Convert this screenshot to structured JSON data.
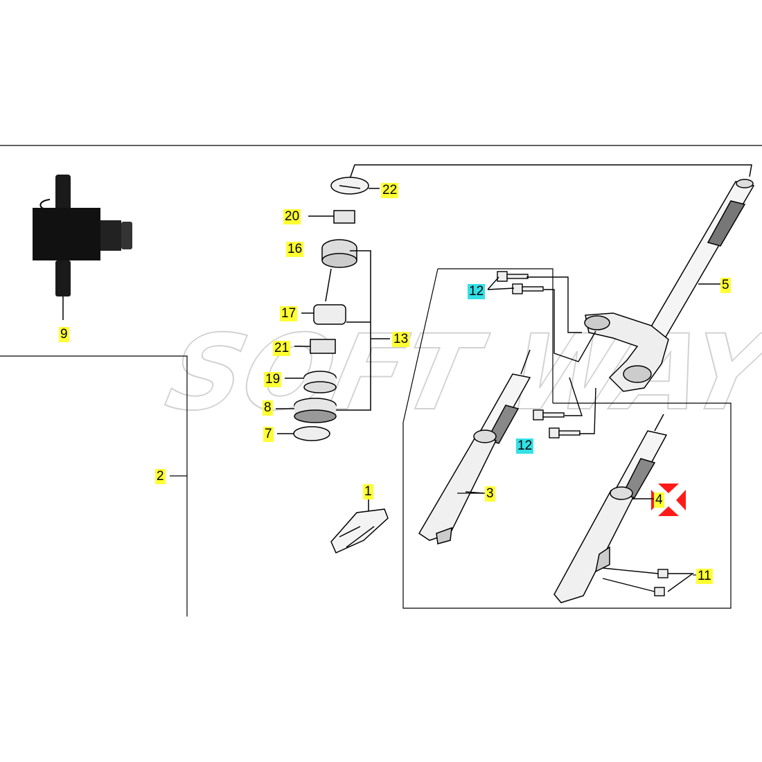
{
  "diagram": {
    "watermark": "SOFT WAY",
    "highlight_colors": {
      "yellow": "#ffff33",
      "cyan": "#33e0e6",
      "marker": "#ff1a1a"
    },
    "callouts": [
      {
        "id": "c22",
        "text": "22",
        "highlight": "yellow"
      },
      {
        "id": "c20",
        "text": "20",
        "highlight": "yellow"
      },
      {
        "id": "c16",
        "text": "16",
        "highlight": "yellow"
      },
      {
        "id": "c17",
        "text": "17",
        "highlight": "yellow"
      },
      {
        "id": "c13",
        "text": "13",
        "highlight": "yellow"
      },
      {
        "id": "c21",
        "text": "21",
        "highlight": "yellow"
      },
      {
        "id": "c19",
        "text": "19",
        "highlight": "yellow"
      },
      {
        "id": "c8",
        "text": "8",
        "highlight": "yellow"
      },
      {
        "id": "c7",
        "text": "7",
        "highlight": "yellow"
      },
      {
        "id": "c1",
        "text": "1",
        "highlight": "yellow"
      },
      {
        "id": "c2",
        "text": "2",
        "highlight": "yellow"
      },
      {
        "id": "c9",
        "text": "9",
        "highlight": "yellow"
      },
      {
        "id": "c12a",
        "text": "12",
        "highlight": "cyan"
      },
      {
        "id": "c12b",
        "text": "12",
        "highlight": "cyan"
      },
      {
        "id": "c5",
        "text": "5",
        "highlight": "yellow"
      },
      {
        "id": "c3",
        "text": "3",
        "highlight": "yellow"
      },
      {
        "id": "c4",
        "text": "4",
        "highlight": "yellow",
        "marked": true
      },
      {
        "id": "c11",
        "text": "11",
        "highlight": "yellow"
      }
    ]
  }
}
